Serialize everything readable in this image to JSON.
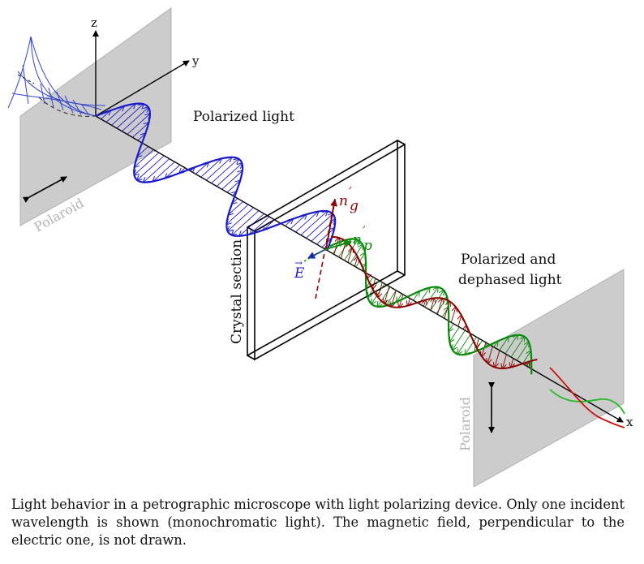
{
  "labels": {
    "z_axis": "z",
    "y_axis": "y",
    "x_axis": "x",
    "polarized_light": "Polarized light",
    "polarized_dephased_line1": "Polarized and",
    "polarized_dephased_line2": "dephased light",
    "crystal_section": "Crystal section",
    "polaroid_left": "Polaroid",
    "polaroid_right": "Polaroid",
    "n_g": "n",
    "n_g_sup": "′",
    "n_g_sub": "g",
    "n_p": "n",
    "n_p_sup": "′",
    "n_p_sub": "p",
    "e_field": "E",
    "e_vec_mark": "→"
  },
  "colors": {
    "blue_wave": "#1a1acc",
    "green_wave": "#0a8a0a",
    "red_wave": "#8b0000",
    "bright_green": "#22bb22",
    "bright_red": "#cc1111",
    "polaroid_fill": "#cccccc",
    "polaroid_text": "#b3b3b3"
  },
  "caption": "Light behavior in a petrographic microscope with light polarizing device. Only one incident wavelength is shown (monochromatic light). The magnetic field, perpendicular to the electric one, is not drawn."
}
